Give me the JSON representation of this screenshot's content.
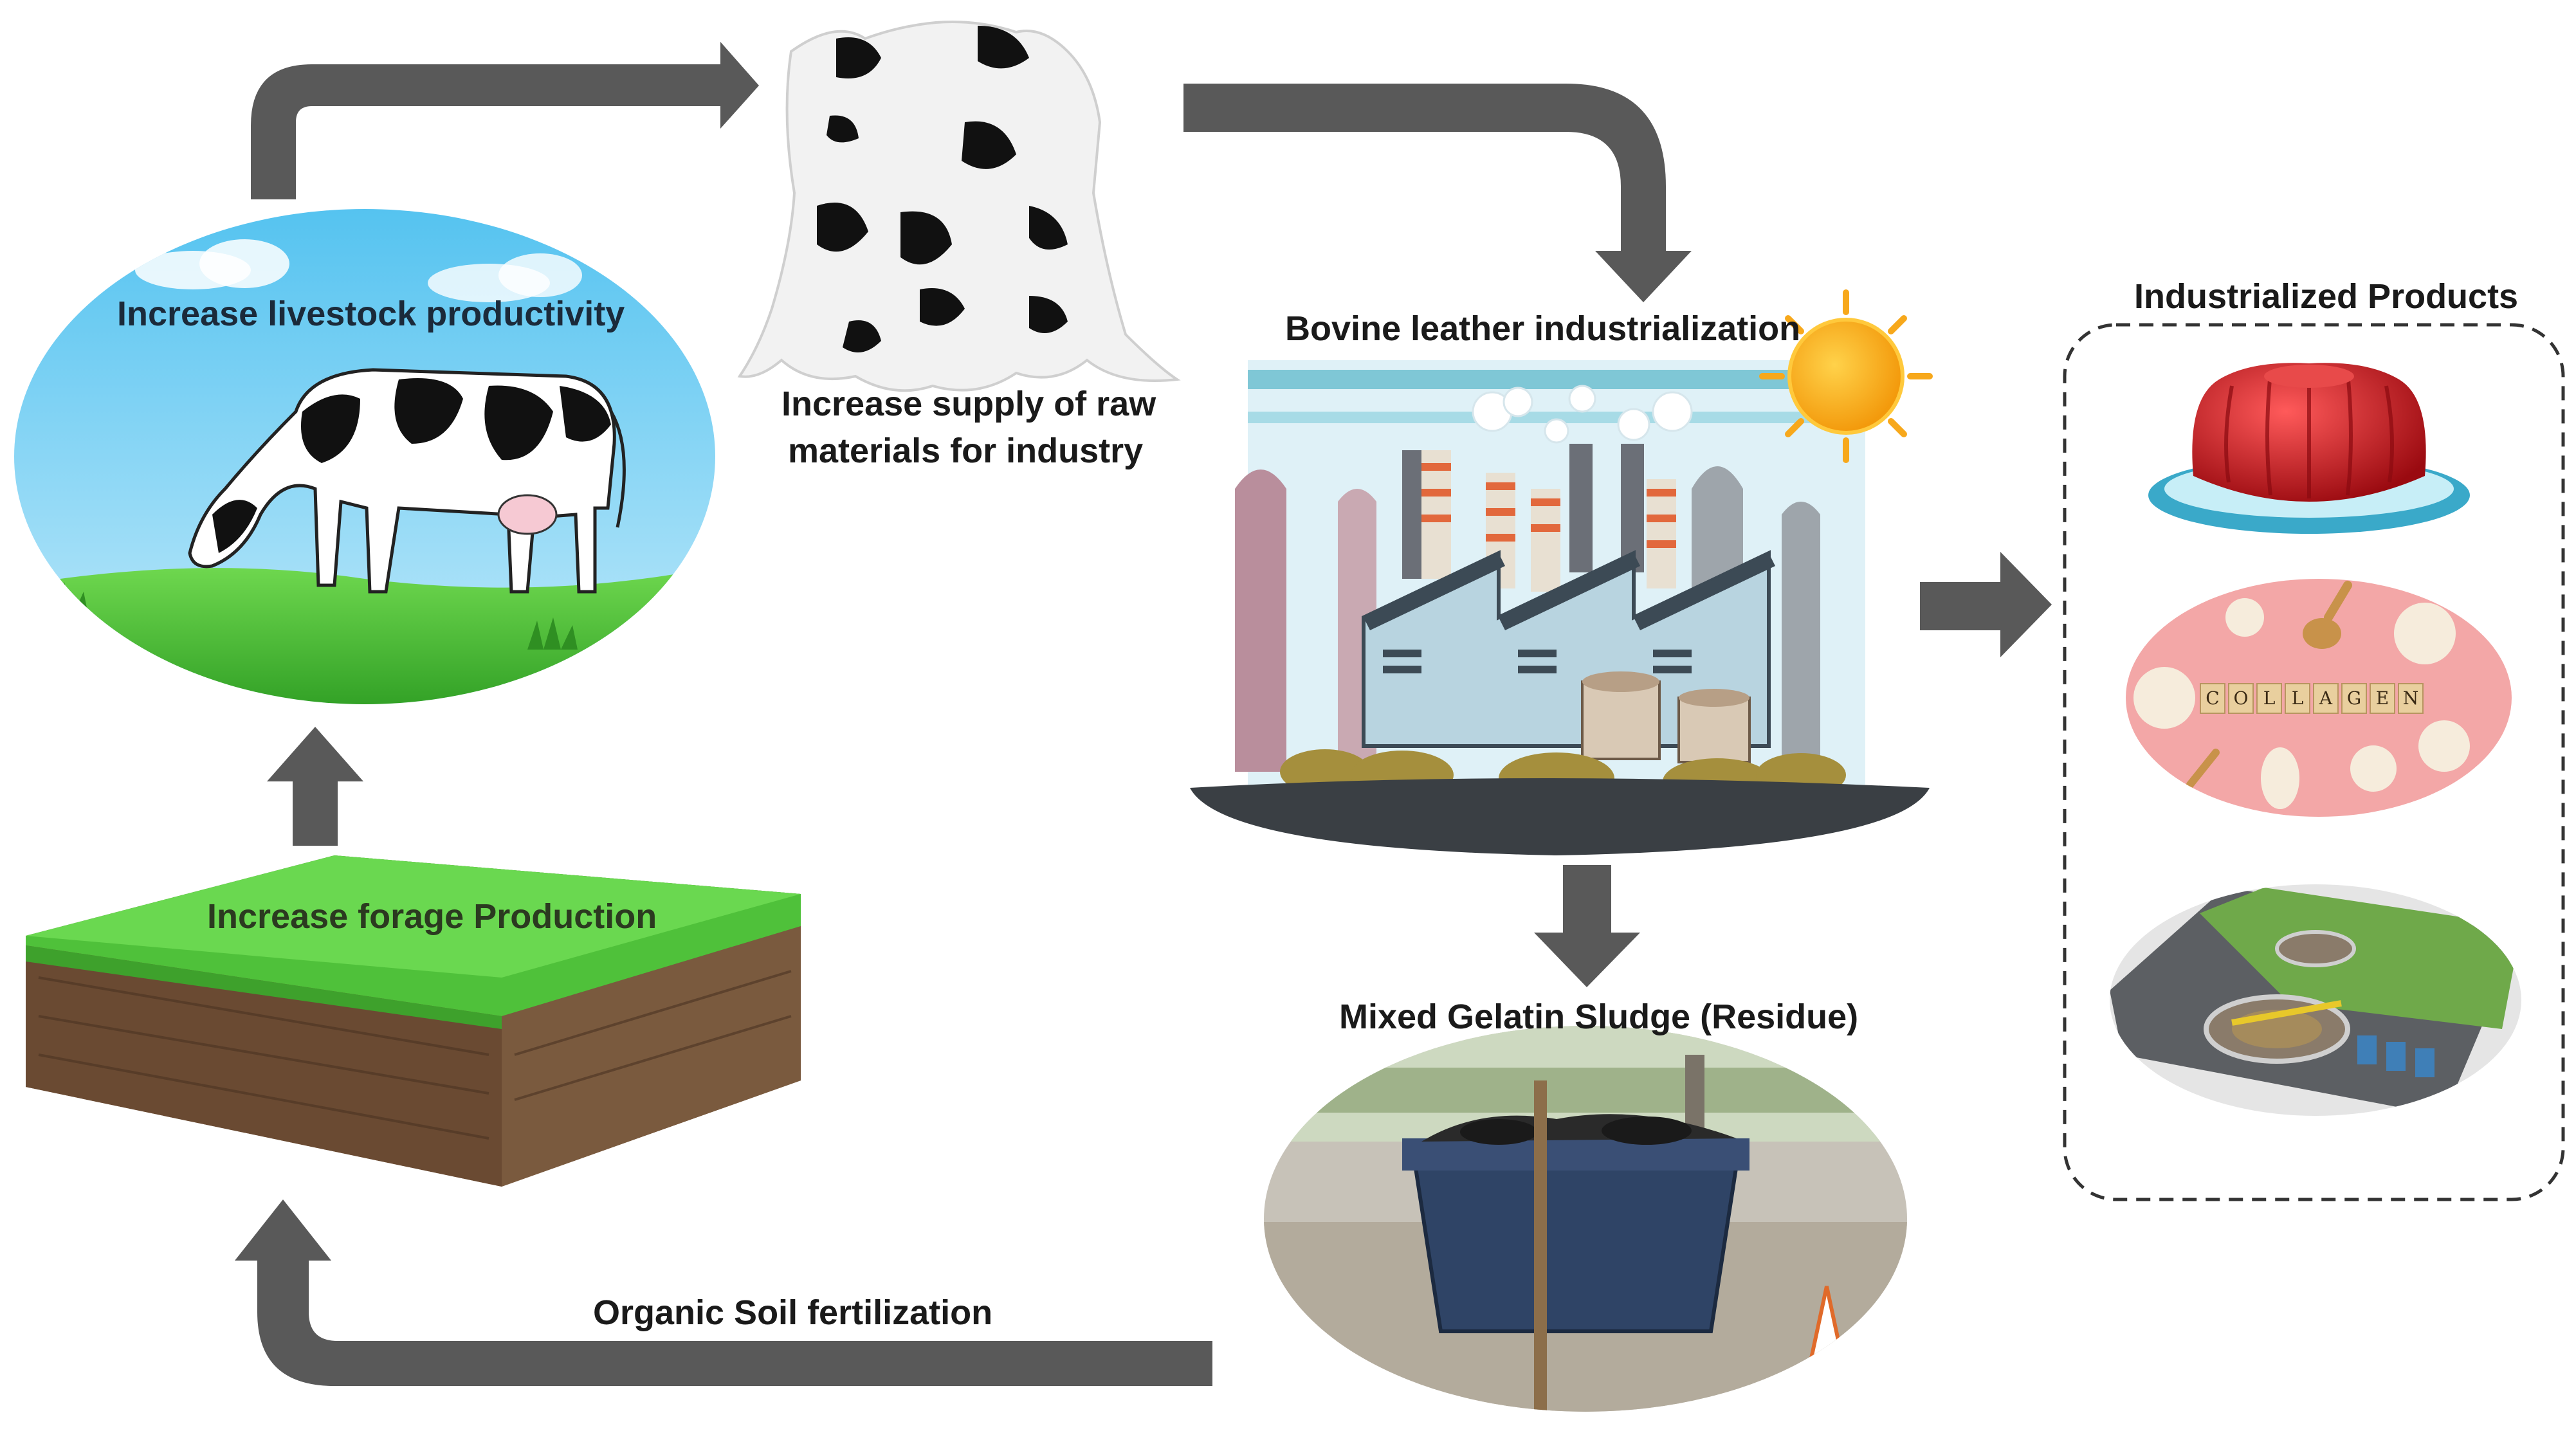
{
  "labels": {
    "livestock": "Increase livestock productivity",
    "raw_materials_line1": "Increase supply of raw",
    "raw_materials_line2": "materials for industry",
    "industrialization": "Bovine leather industrialization",
    "products_title": "Industrialized Products",
    "forage": "Increase forage Production",
    "sludge": "Mixed Gelatin Sludge (Residue)",
    "fertilization": "Organic Soil fertilization",
    "collagen_tiles": [
      "C",
      "O",
      "L",
      "L",
      "A",
      "G",
      "E",
      "N"
    ]
  },
  "colors": {
    "arrow": "#595959",
    "sky": "#7fd3f5",
    "grass": "#4cc43a",
    "soil": "#6b4a33",
    "factory_wall": "#b8d4e0",
    "factory_pink": "#b98e9c",
    "smoke": "#ffffff",
    "sun": "#f7a81b",
    "jelly": "#c8141c",
    "collagen_bg": "#f3a7a7",
    "dashed_box": "#333333"
  },
  "icons": {
    "cow": "cow-illustration",
    "hide": "cowhide-icon",
    "factory": "factory-illustration",
    "sun": "sun-icon",
    "jelly": "gelatin-dessert-icon",
    "collagen": "collagen-supplement-icon",
    "treatment_plant": "treatment-plant-icon",
    "sludge": "sludge-container-icon",
    "soil": "soil-block-icon"
  }
}
